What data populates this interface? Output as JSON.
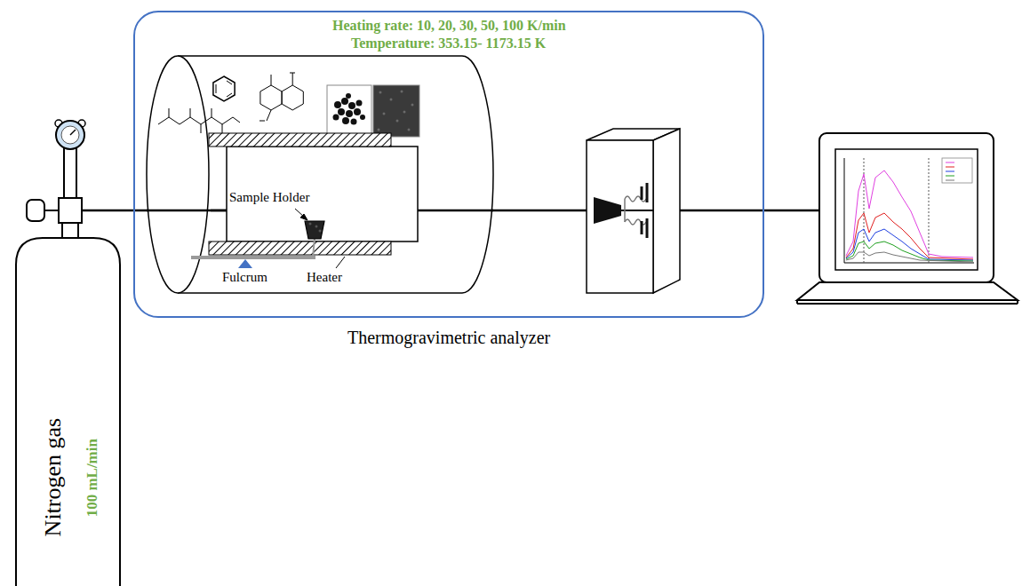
{
  "diagram": {
    "nodes": [
      {
        "text": [
          "Heating rate: 10, 20, 30, 50, 100 K/min",
          "Temperature: 353.15- 1173.15 K",
          "Thermogravimetric analyzer"
        ]
      },
      {
        "text": [
          "Nitrogen gas",
          "100 mL/min"
        ]
      }
    ],
    "edges": [
      {
        "from": 1,
        "to": 0,
        "arrow": "none"
      }
    ],
    "labels": [
      "Sample Holder",
      "Fulcrum",
      "Heater"
    ]
  }
}
